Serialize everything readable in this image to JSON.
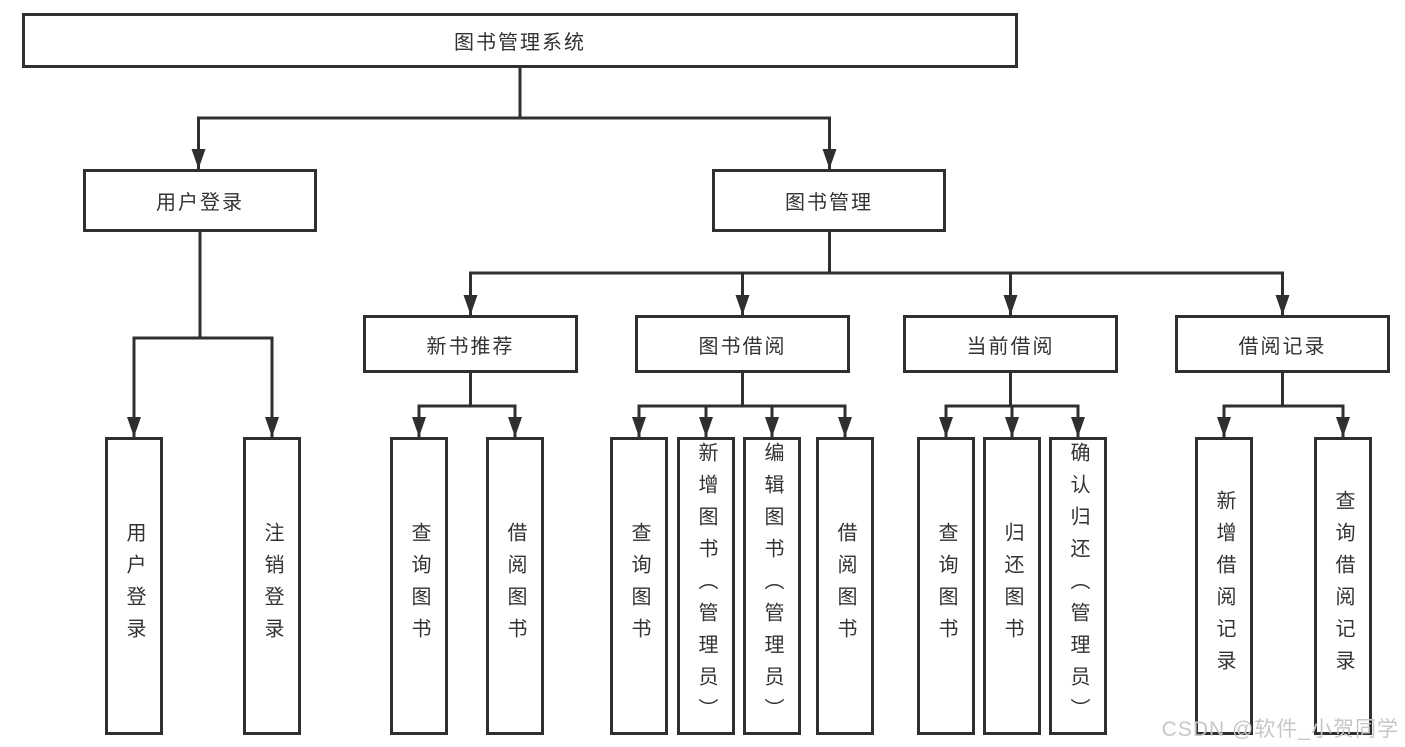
{
  "diagram_title": "图书管理系统",
  "colors": {
    "line": "#2f2f2f",
    "box_border": "#2f2f2f",
    "text": "#333333",
    "watermark": "#c7c7c7",
    "background": "#ffffff"
  },
  "tree": {
    "root": {
      "label": "图书管理系统"
    },
    "level2": [
      {
        "label": "用户登录"
      },
      {
        "label": "图书管理"
      }
    ],
    "level3": [
      {
        "label": "新书推荐",
        "parent": "图书管理"
      },
      {
        "label": "图书借阅",
        "parent": "图书管理"
      },
      {
        "label": "当前借阅",
        "parent": "图书管理"
      },
      {
        "label": "借阅记录",
        "parent": "图书管理"
      }
    ],
    "leaves": [
      {
        "label": "用户登录",
        "parent": "用户登录"
      },
      {
        "label": "注销登录",
        "parent": "用户登录"
      },
      {
        "label": "查询图书",
        "parent": "新书推荐"
      },
      {
        "label": "借阅图书",
        "parent": "新书推荐"
      },
      {
        "label": "查询图书",
        "parent": "图书借阅"
      },
      {
        "label": "新增图书（管理员）",
        "parent": "图书借阅"
      },
      {
        "label": "编辑图书（管理员）",
        "parent": "图书借阅"
      },
      {
        "label": "借阅图书",
        "parent": "图书借阅"
      },
      {
        "label": "查询图书",
        "parent": "当前借阅"
      },
      {
        "label": "归还图书",
        "parent": "当前借阅"
      },
      {
        "label": "确认归还（管理员）",
        "parent": "当前借阅"
      },
      {
        "label": "新增借阅记录",
        "parent": "借阅记录"
      },
      {
        "label": "查询借阅记录",
        "parent": "借阅记录"
      }
    ]
  },
  "watermark": {
    "text": "CSDN @软件_小贺同学"
  }
}
